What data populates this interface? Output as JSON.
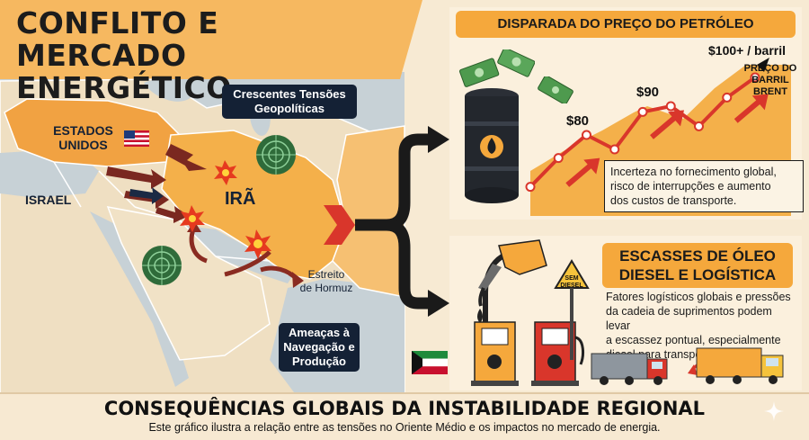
{
  "title": {
    "line1": "CONFLITO E MERCADO",
    "line2": "ENERGÉTICO"
  },
  "map": {
    "tension_label_line1": "Crescentes Tensões",
    "tension_label_line2": "Geopolíticas",
    "usa_line1": "ESTADOS",
    "usa_line2": "UNIDOS",
    "israel": "ISRAEL",
    "iran": "IRÃ",
    "strait_line1": "Estreito",
    "strait_line2": "de Hormuz",
    "threat_line1": "Ameaças à",
    "threat_line2": "Navegação e",
    "threat_line3": "Produção"
  },
  "oil_panel": {
    "banner": "DISPARADA DO PREÇO DO PETRÓLEO",
    "brent_line1": "PREÇO DO",
    "brent_line2": "BARRIL",
    "brent_line3": "BRENT",
    "text_line1": "Incerteza no fornecimento global,",
    "text_line2": "risco de interrupções e aumento",
    "text_line3": "dos custos de transporte."
  },
  "diesel_panel": {
    "banner_line1": "ESCASSES DE ÓLEO",
    "banner_line2": "DIESEL E LOGÍSTICA",
    "sign_line1": "SEM",
    "sign_line2": "DIESEL",
    "text_line1": "Fatores logísticos globais e pressões",
    "text_line2": "da cadeia de suprimentos podem levar",
    "text_line3": "a escassez pontual, especialmente",
    "text_line4": "diesel para transporte de carga."
  },
  "chart_data": {
    "type": "line",
    "title": "",
    "xlabel": "",
    "ylabel": "PREÇO DO BARRIL BRENT",
    "points_labels": [
      "$80",
      "$90",
      "$100+ / barril"
    ],
    "series": [
      {
        "values": [
          62,
          72,
          80,
          75,
          88,
          90,
          83,
          93,
          100
        ]
      }
    ],
    "ylim": [
      55,
      105
    ],
    "grid": false
  },
  "footer": {
    "title": "CONSEQUÊNCIAS GLOBAIS DA INSTABILIDADE REGIONAL",
    "subtitle": "Este gráfico ilustra a relação entre as tensões no Oriente Médio e os impactos no mercado de energia."
  },
  "colors": {
    "navy": "#142135",
    "orange": "#f5a83c",
    "red": "#d9362b",
    "map_land": "#efdfc2",
    "map_sea": "#c9d3d8",
    "iran_fill": "#f4b04a"
  }
}
